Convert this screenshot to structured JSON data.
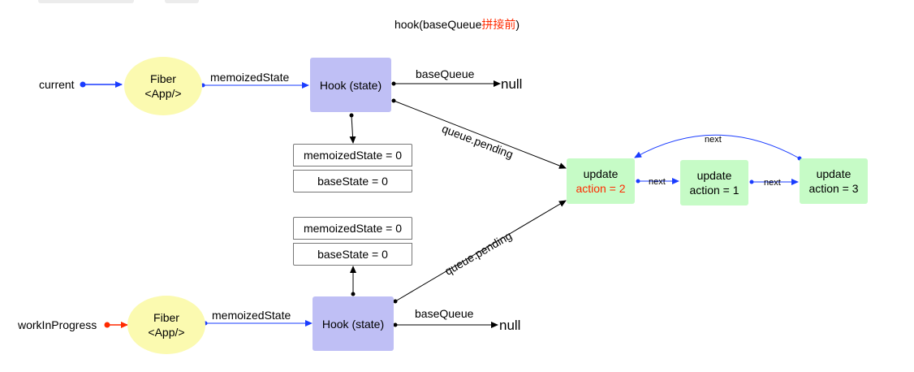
{
  "title": {
    "prefix": "hook(baseQueue",
    "highlight": "拼接前",
    "suffix": ")"
  },
  "current_label": "current",
  "wip_label": "workInProgress",
  "fiber_top": {
    "line1": "Fiber",
    "line2": "<App/>"
  },
  "fiber_bottom": {
    "line1": "Fiber",
    "line2": "<App/>"
  },
  "edge_memoized_top": "memoizedState",
  "edge_memoized_bottom": "memoizedState",
  "hook_top": "Hook (state)",
  "hook_bottom": "Hook (state)",
  "edge_basequeue_top": "baseQueue",
  "edge_basequeue_bottom": "baseQueue",
  "null_top": "null",
  "null_bottom": "null",
  "state_top": {
    "memoized": "memoizedState = 0",
    "base": "baseState = 0"
  },
  "state_bottom": {
    "memoized": "memoizedState = 0",
    "base": "baseState = 0"
  },
  "edge_pending_top": "queue.pending",
  "edge_pending_bottom": "queue.pending",
  "updates": [
    {
      "line1": "update",
      "line2": "action = 2"
    },
    {
      "line1": "update",
      "line2": "action = 1"
    },
    {
      "line1": "update",
      "line2": "action = 3"
    }
  ],
  "edge_next_1": "next",
  "edge_next_2": "next",
  "edge_next_back": "next",
  "colors": {
    "fiber": "#fbfab0",
    "hook": "#bfbff5",
    "update": "#c6fbc6",
    "current_arrow": "#1a3cff",
    "wip_arrow": "#ff2a00",
    "highlight_text": "#ff2a00"
  }
}
